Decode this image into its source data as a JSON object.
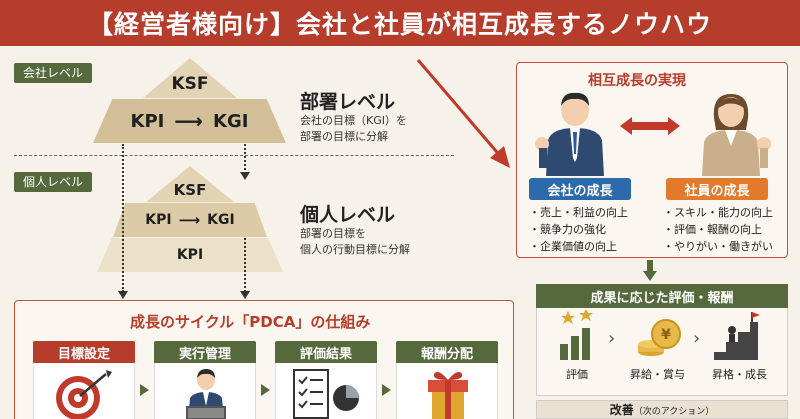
{
  "banner": {
    "title": "【経営者様向け】会社と社員が相互成長するノウハウ"
  },
  "colors": {
    "red": "#b63c2c",
    "green": "#55693d",
    "orange": "#e17a2b",
    "blue": "#2d6aab",
    "tan": "#d9c9a7"
  },
  "left": {
    "company_tag": "会社レベル",
    "individual_tag": "個人レベル",
    "pyramid_top": {
      "ksf": "KSF",
      "kpi": "KPI",
      "kgi": "KGI"
    },
    "pyramid_bottom": {
      "ksf": "KSF",
      "kpi": "KPI",
      "kgi": "KGI",
      "kpi_base": "KPI"
    },
    "dept": {
      "title": "部署レベル",
      "desc_line1": "会社の目標（KGI）を",
      "desc_line2": "部署の目標に分解"
    },
    "individual": {
      "title": "個人レベル",
      "desc_line1": "部署の目標を",
      "desc_line2": "個人の行動目標に分解"
    }
  },
  "mutual": {
    "title": "相互成長の実現",
    "company": {
      "label": "会社の成長",
      "items": [
        "・売上・利益の向上",
        "・競争力の強化",
        "・企業価値の向上"
      ]
    },
    "employee": {
      "label": "社員の成長",
      "items": [
        "・スキル・能力の向上",
        "・評価・報酬の向上",
        "・やりがい・働きがい"
      ]
    }
  },
  "reward": {
    "title": "成果に応じた評価・報酬",
    "items": [
      "評価",
      "昇給・賞与",
      "昇格・成長"
    ]
  },
  "improve": {
    "label": "改善",
    "sub": "（次のアクション）"
  },
  "pdca": {
    "title": "成長のサイクル「PDCA」の仕組み",
    "steps": [
      "目標設定",
      "実行管理",
      "評価結果",
      "報酬分配"
    ]
  },
  "icons": {
    "swap": "double-arrow-icon",
    "chart": "bar-chart-icon",
    "coins": "coin-stack-icon",
    "stairs": "stairs-climb-icon",
    "target": "target-icon",
    "worker": "laptop-worker-icon",
    "checklist": "checklist-icon",
    "gift": "gift-icon"
  }
}
